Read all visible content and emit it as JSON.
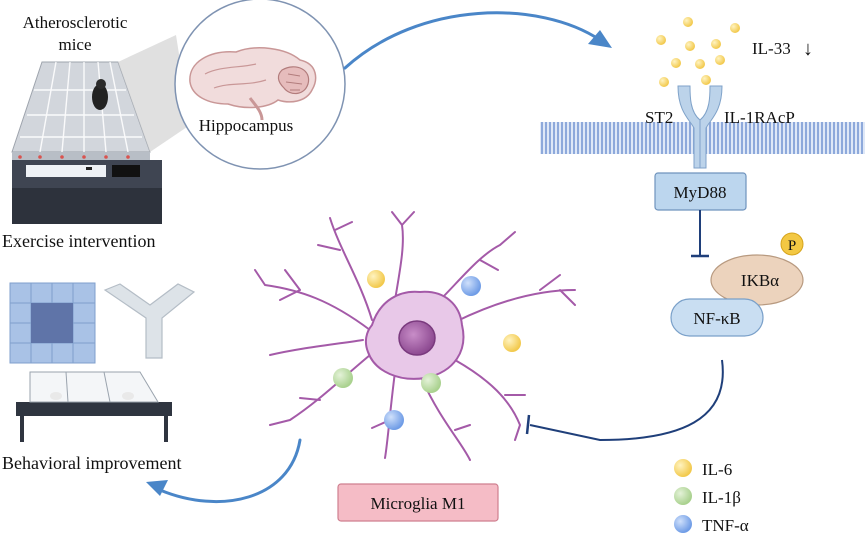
{
  "labels": {
    "mice": [
      "Atherosclerotic",
      "mice"
    ],
    "exercise": "Exercise intervention",
    "hippocampus": "Hippocampus",
    "behavior": "Behavioral improvement",
    "il33": "IL-33",
    "il33_arrow": "↓",
    "st2": "ST2",
    "il1racp": "IL-1RAcP",
    "myd88": "MyD88",
    "p": "P",
    "ikba": "IKBα",
    "nfkb": "NF-κB",
    "microglia": "Microglia M1"
  },
  "legend": [
    {
      "label": "IL-6",
      "color": "#f2c94c"
    },
    {
      "label": "IL-1β",
      "color": "#a9d18e"
    },
    {
      "label": "TNF-α",
      "color": "#6f9ce6"
    }
  ],
  "colors": {
    "arrow_blue": "#4a86c8",
    "inhibit_navy": "#1f3f7a",
    "membrane": "#8ea9db",
    "microglia_fill": "#e8c8e8",
    "microglia_stroke": "#a45aa8",
    "myd88_fill": "#bcd6ee",
    "ikba_fill": "#ecd3bd",
    "nfkb_fill": "#c9def2",
    "microglia_box": "#f5bcc6"
  }
}
